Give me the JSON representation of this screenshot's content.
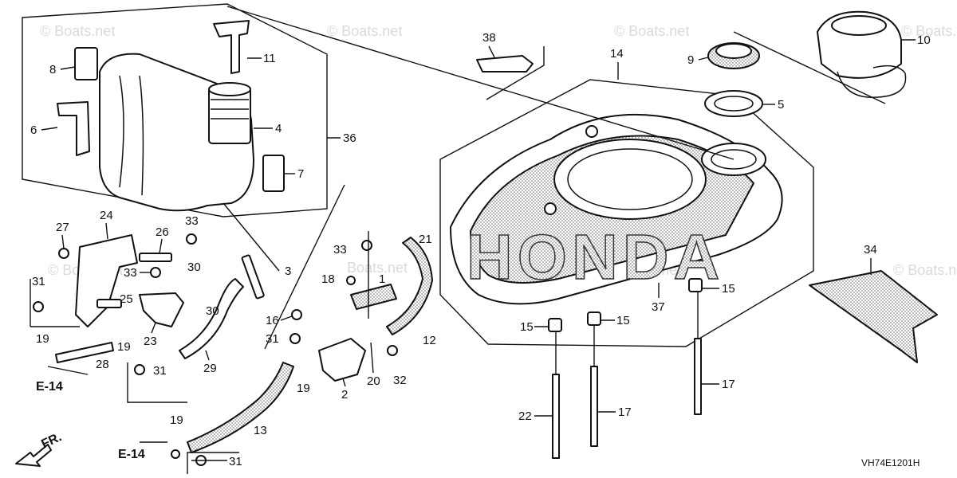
{
  "diagram": {
    "callouts": {
      "c1": "1",
      "c2": "2",
      "c3": "3",
      "c4": "4",
      "c5": "5",
      "c6": "6",
      "c7": "7",
      "c8": "8",
      "c9": "9",
      "c10": "10",
      "c11": "11",
      "c12": "12",
      "c13": "13",
      "c14": "14",
      "c15a": "15",
      "c15b": "15",
      "c15c": "15",
      "c16": "16",
      "c17a": "17",
      "c17b": "17",
      "c18": "18",
      "c19a": "19",
      "c19b": "19",
      "c19c": "19",
      "c19d": "19",
      "c20": "20",
      "c21": "21",
      "c22": "22",
      "c23": "23",
      "c24": "24",
      "c25": "25",
      "c26": "26",
      "c27": "27",
      "c28": "28",
      "c29": "29",
      "c30a": "30",
      "c30b": "30",
      "c31a": "31",
      "c31b": "31",
      "c31c": "31",
      "c31d": "31",
      "c32": "32",
      "c33a": "33",
      "c33b": "33",
      "c33c": "33",
      "c34": "34",
      "c36": "36",
      "c37": "37",
      "c38": "38"
    },
    "refs": {
      "e14_left": "E-14",
      "e14_bottom": "E-14",
      "front": "FR."
    },
    "diagram_code": "VH74E1201H",
    "watermarks": [
      "© Boats.net",
      "© Boats.net",
      "© Boats.net",
      "© Boats.net",
      "© Boats.net",
      "© Boats.net",
      "© Boats.net",
      "Boats.net"
    ],
    "brand_mark": "HONDA"
  }
}
